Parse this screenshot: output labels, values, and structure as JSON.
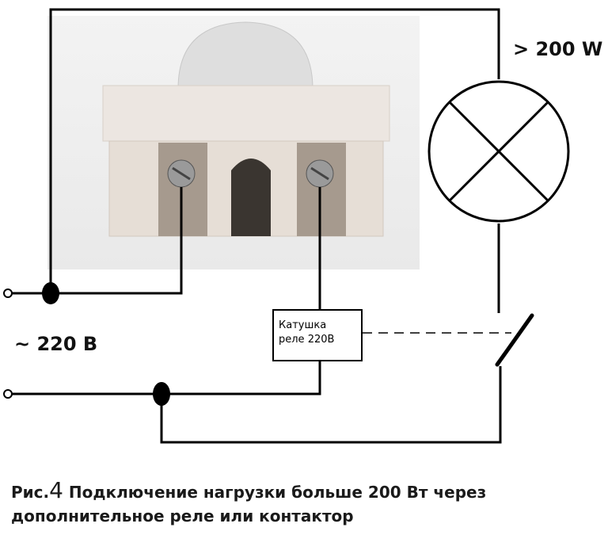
{
  "labels": {
    "power": "> 200 W",
    "voltage": "~ 220 В",
    "coil_line1": "Катушка",
    "coil_line2": "реле 220В"
  },
  "caption": {
    "prefix": "Рис.",
    "number": "4",
    "line1": " Подключение нагрузки больше 200 Вт через",
    "line2": "дополнительное реле или контактор"
  },
  "colors": {
    "wire": "#000000",
    "sensor_body": "#ece6e1",
    "dome": "#dcdcdc",
    "screw": "#9a9a9a"
  }
}
